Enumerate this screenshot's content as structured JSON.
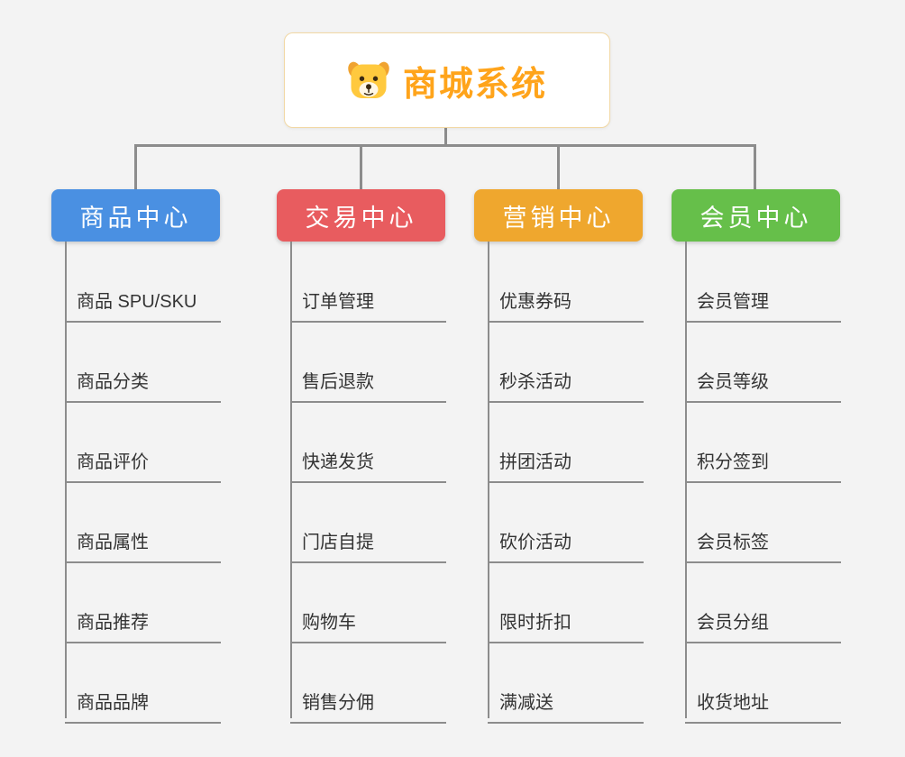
{
  "root": {
    "title": "商城系统",
    "title_color": "#ffa41b",
    "icon": "dog-icon"
  },
  "branches": [
    {
      "label": "商品中心",
      "color": "#4a90e2",
      "items": [
        "商品 SPU/SKU",
        "商品分类",
        "商品评价",
        "商品属性",
        "商品推荐",
        "商品品牌"
      ]
    },
    {
      "label": "交易中心",
      "color": "#e85c5f",
      "items": [
        "订单管理",
        "售后退款",
        "快递发货",
        "门店自提",
        "购物车",
        "销售分佣"
      ]
    },
    {
      "label": "营销中心",
      "color": "#efa72e",
      "items": [
        "优惠券码",
        "秒杀活动",
        "拼团活动",
        "砍价活动",
        "限时折扣",
        "满减送"
      ]
    },
    {
      "label": "会员中心",
      "color": "#66bf4a",
      "items": [
        "会员管理",
        "会员等级",
        "积分签到",
        "会员标签",
        "会员分组",
        "收货地址"
      ]
    }
  ]
}
